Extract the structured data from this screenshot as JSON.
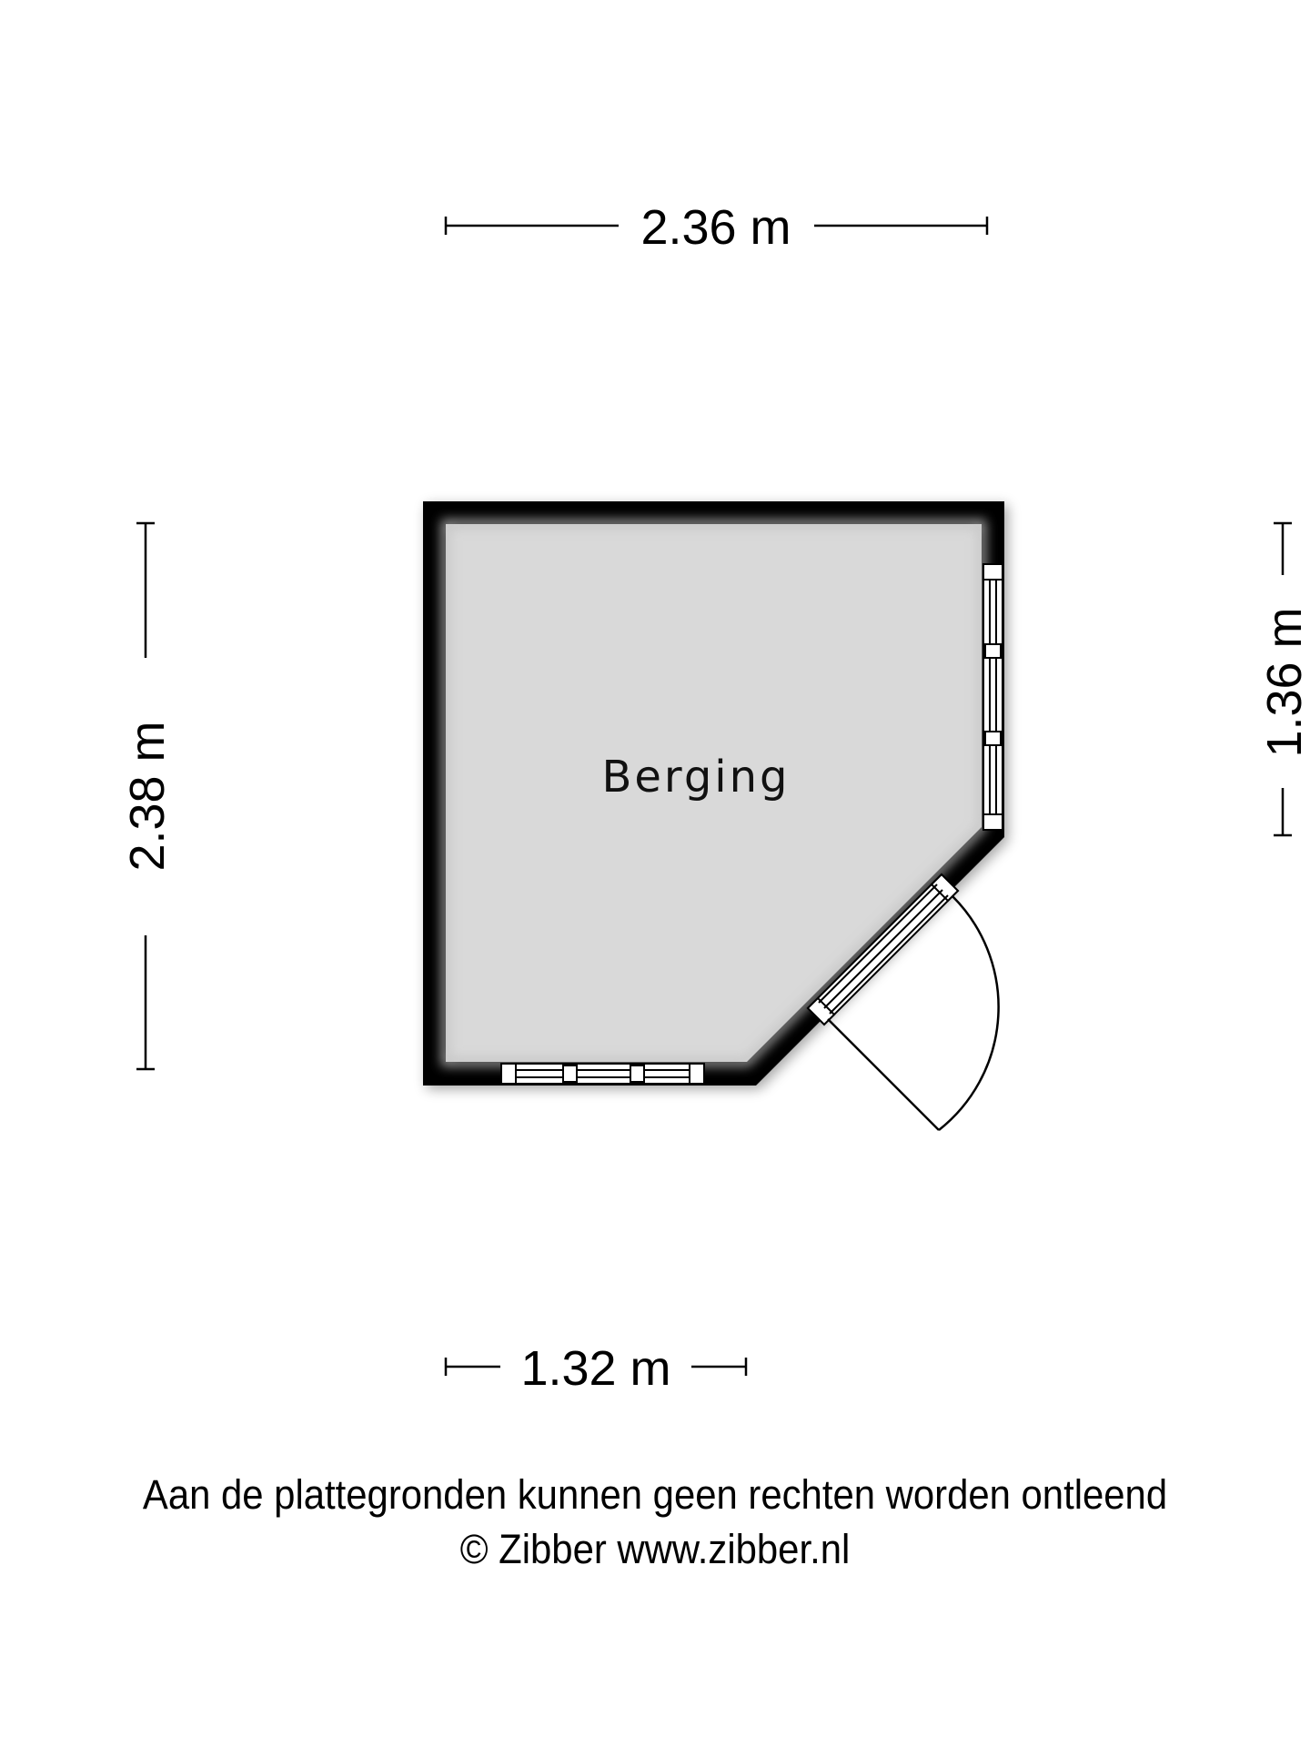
{
  "plan": {
    "room": {
      "label": "Berging",
      "fill_color": "#d9d9d9",
      "wall_color": "#000000"
    },
    "dimensions": {
      "top": "2.36 m",
      "left": "2.38 m",
      "right": "1.36 m",
      "bottom": "1.32 m"
    },
    "elements": {
      "windows": [
        "right-wall-window",
        "bottom-wall-window"
      ],
      "doors": [
        "diagonal-wall-door"
      ]
    }
  },
  "footer": {
    "disclaimer": "Aan de plattegronden kunnen geen rechten worden ontleend",
    "copyright": "© Zibber www.zibber.nl"
  }
}
